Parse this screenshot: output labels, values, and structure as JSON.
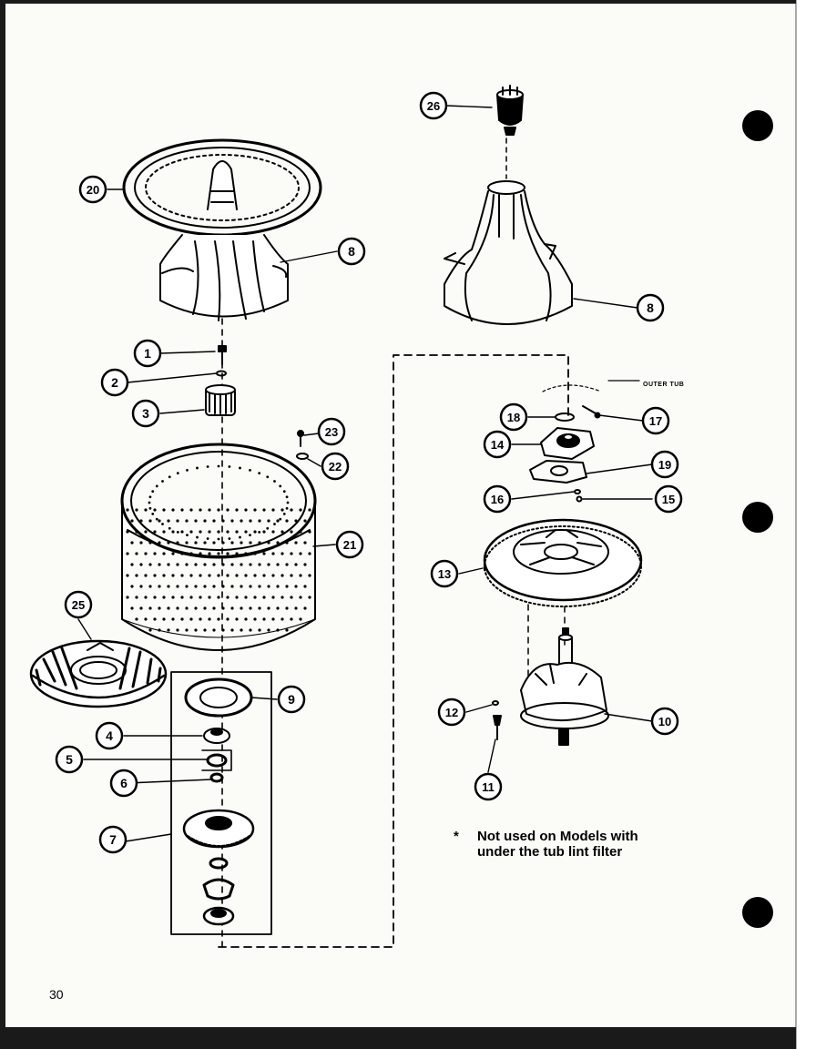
{
  "page_number": "30",
  "note": {
    "marker": "*",
    "line1": "Not used on Models with",
    "line2": "under the tub lint filter"
  },
  "outer_tub_label": "OUTER TUB",
  "callouts": [
    "1",
    "2",
    "3",
    "4",
    "5",
    "6",
    "7",
    "8",
    "8",
    "9",
    "10",
    "11",
    "12",
    "13",
    "14",
    "15",
    "16",
    "17",
    "18",
    "19",
    "20",
    "21",
    "22",
    "23",
    "25",
    "26"
  ]
}
